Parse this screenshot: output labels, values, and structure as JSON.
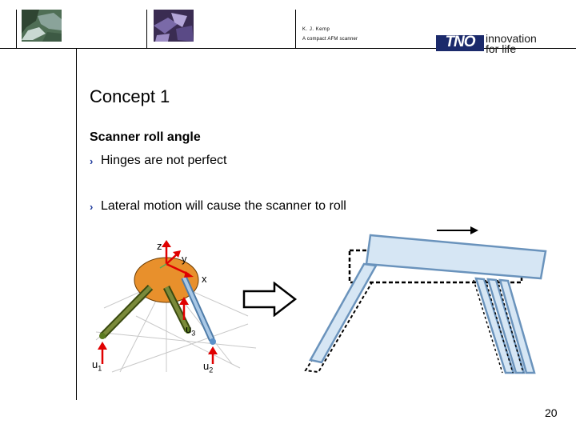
{
  "header": {
    "author": "K. J. Kemp",
    "subject": "A compact AFM scanner"
  },
  "logo": {
    "wordmark": "TNO",
    "tagline_line1": "innovation",
    "tagline_line2": "for life"
  },
  "slide": {
    "title": "Concept 1",
    "subtitle": "Scanner roll angle",
    "bullets": [
      "Hinges are not perfect",
      "Lateral motion will cause the scanner to roll"
    ],
    "page_number": "20"
  },
  "diagram": {
    "labels": {
      "z": "z",
      "y": "y",
      "x": "x",
      "u1_base": "u",
      "u1_sub": "1",
      "u2_base": "u",
      "u2_sub": "2",
      "u3_base": "u",
      "u3_sub": "3"
    },
    "colors": {
      "platform": "#e8902c",
      "rod": "#4a5a1a",
      "arrow": "#e00000",
      "beam_fill": "#d6e6f4",
      "beam_stroke": "#6a93bc"
    }
  }
}
